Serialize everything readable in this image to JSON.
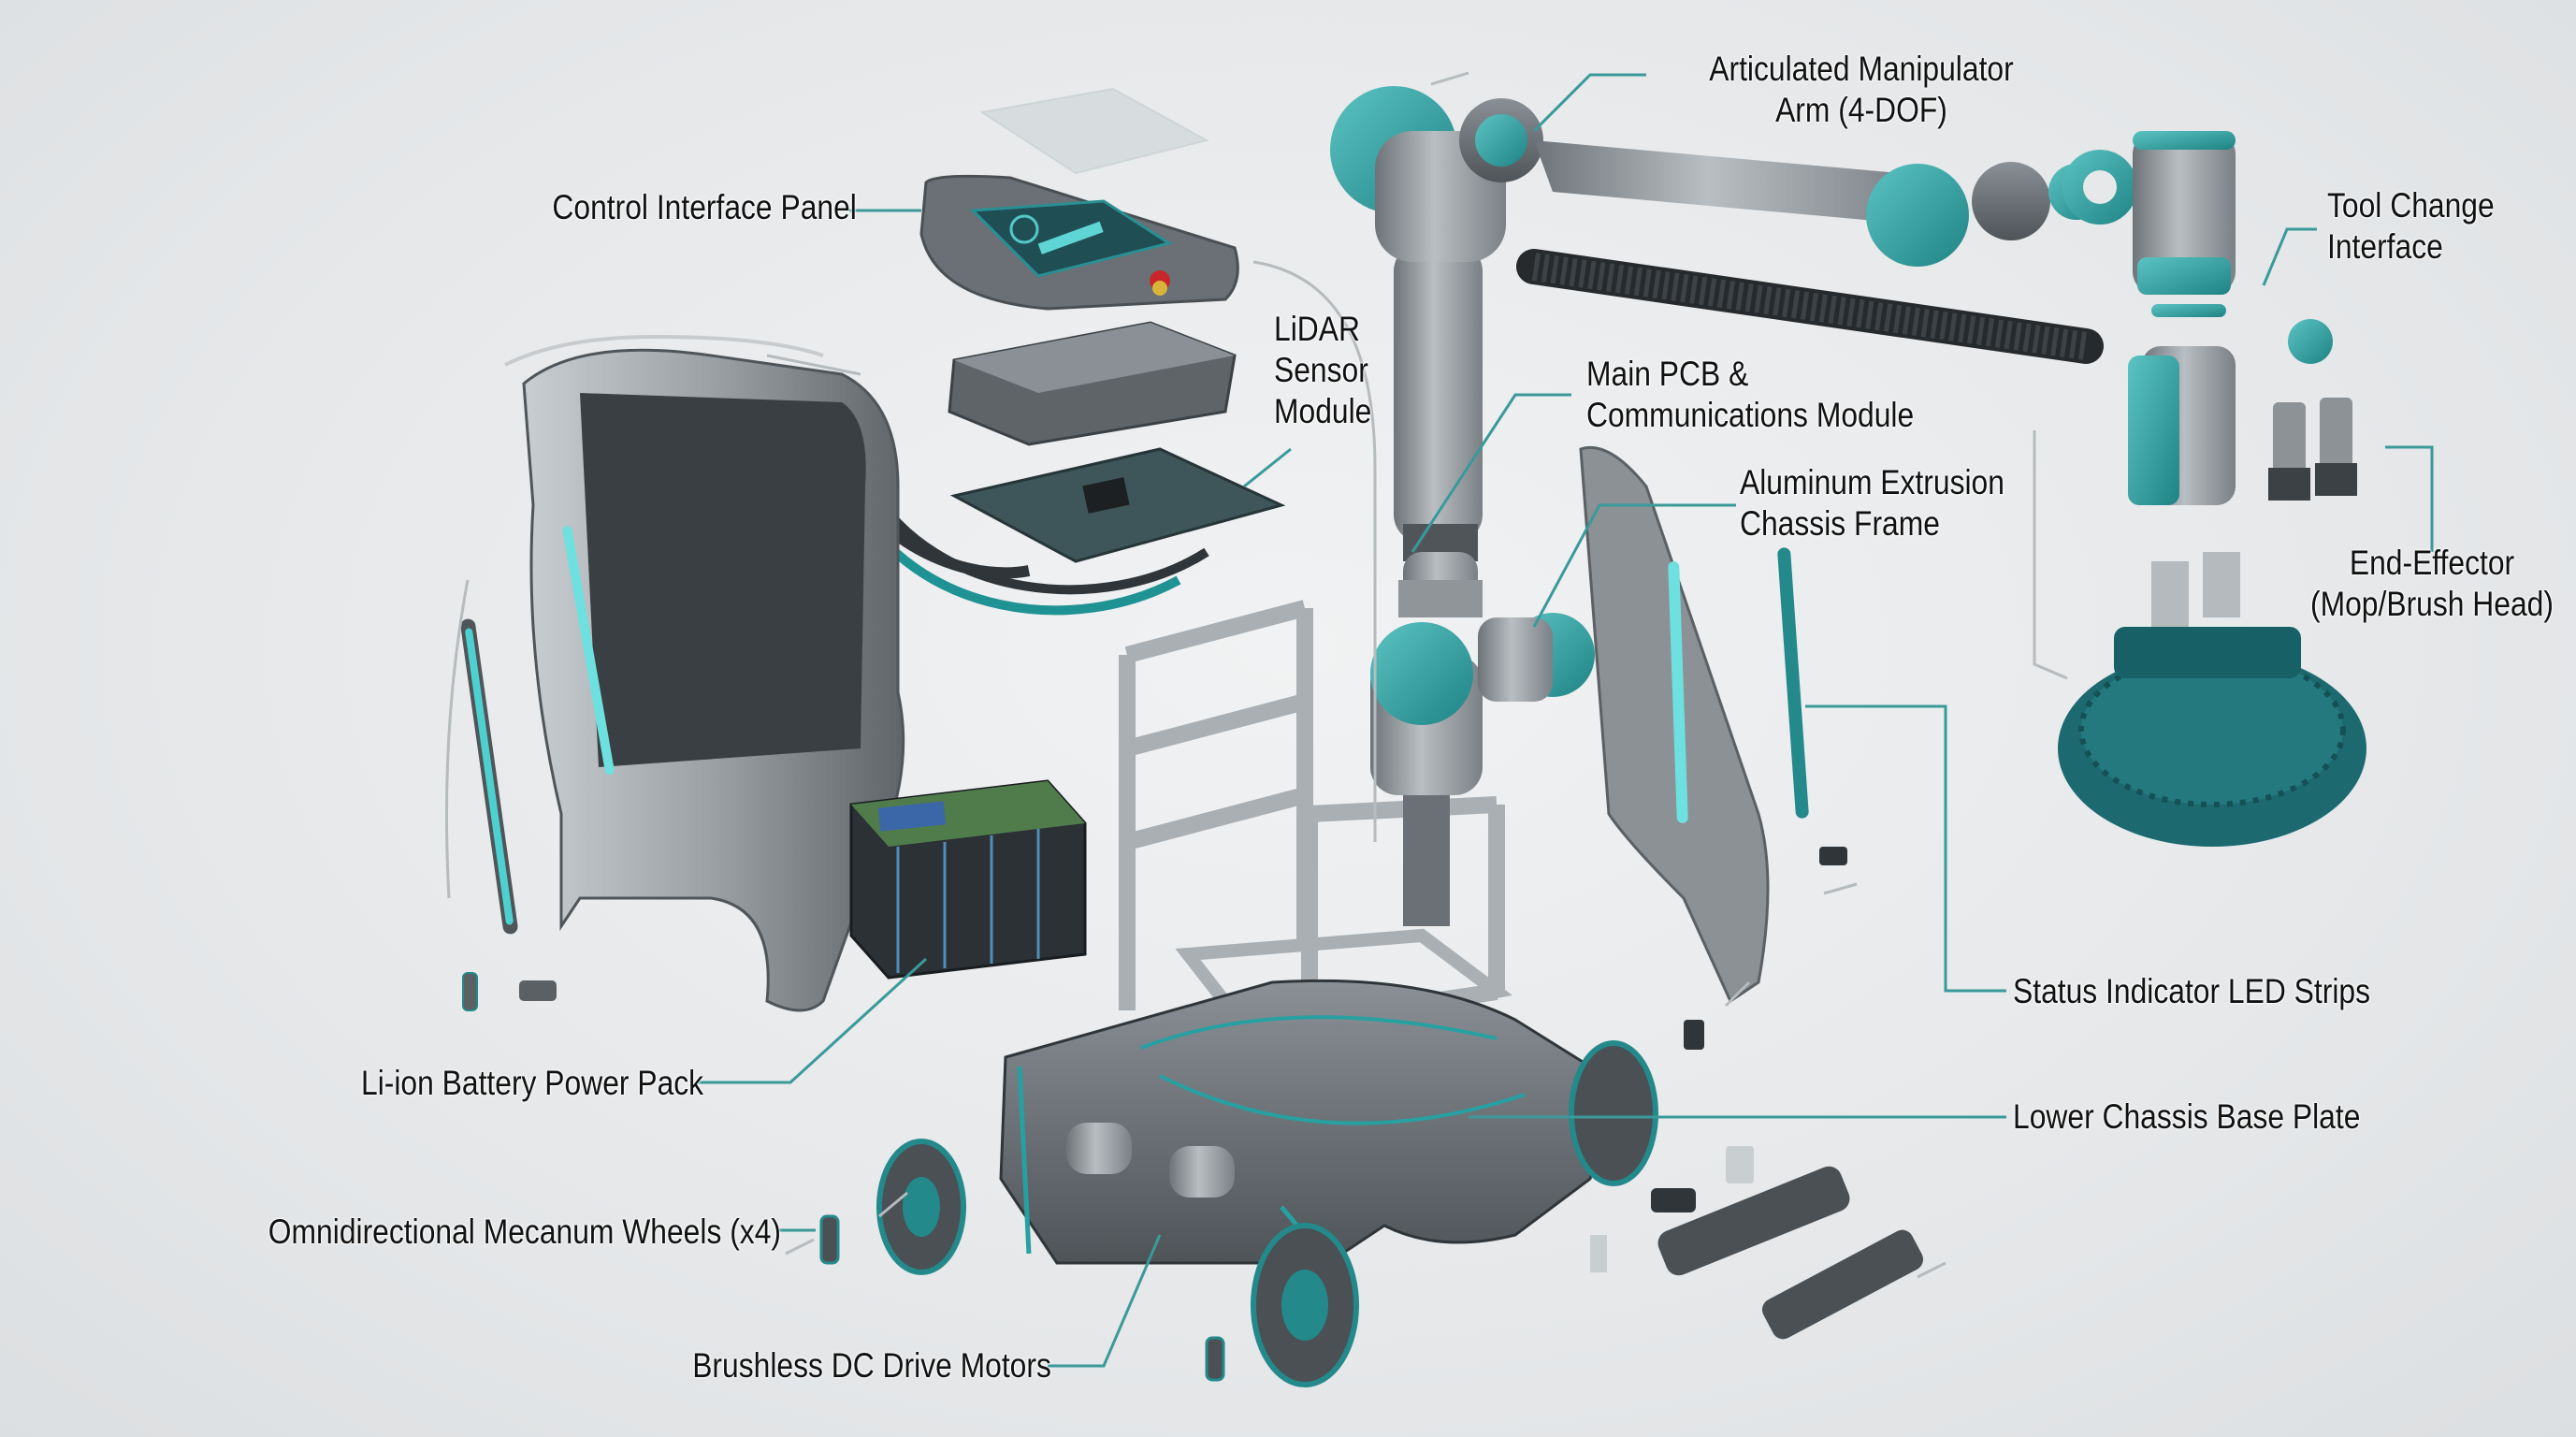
{
  "diagram": {
    "type": "exploded-view-illustration",
    "subject": "Mobile cleaning robot with articulated arm",
    "accent_color": "#2a9a9c",
    "leader_line_color": "#3a9a9a",
    "background_color": "#e8eaeb",
    "labels": {
      "control_panel": "Control Interface Panel",
      "lidar": [
        "LiDAR",
        "Sensor",
        "Module"
      ],
      "arm": [
        "Articulated Manipulator",
        "Arm (4-DOF)"
      ],
      "tool_change": [
        "Tool Change",
        "Interface"
      ],
      "main_pcb": [
        "Main PCB &",
        "Communications Module"
      ],
      "aluminum_frame": [
        "Aluminum Extrusion",
        "Chassis Frame"
      ],
      "end_effector": [
        "End-Effector",
        "(Mop/Brush Head)"
      ],
      "led_strips": "Status Indicator LED Strips",
      "base_plate": "Lower Chassis Base Plate",
      "battery": "Li-ion Battery Power Pack",
      "wheels": "Omnidirectional Mecanum Wheels (x4)",
      "motors": "Brushless DC Drive Motors"
    },
    "components": [
      "control-interface-panel",
      "lidar-sensor-module",
      "main-pcb",
      "rear-shell",
      "li-ion-battery-pack",
      "aluminum-extrusion-frame",
      "articulated-arm",
      "cable-conduit",
      "tool-changer",
      "end-effector-mop-brush",
      "side-panel-with-led",
      "led-strips",
      "lower-chassis-base",
      "mecanum-wheels",
      "bldc-drive-motors",
      "bumpers"
    ]
  }
}
